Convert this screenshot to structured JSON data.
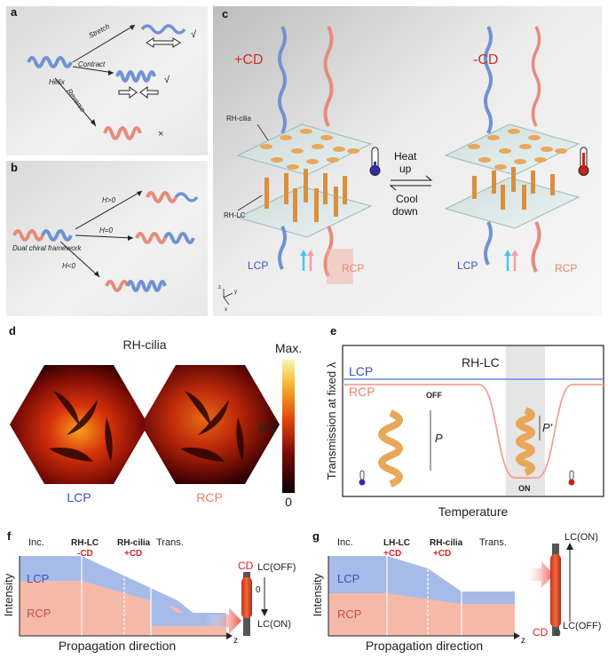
{
  "panels": {
    "a": {
      "letter": "a",
      "helix": "Helix",
      "stretch": "Stretch",
      "contract": "Contract",
      "reverse": "Reverse",
      "check1": "√",
      "check2": "√",
      "cross": "×"
    },
    "b": {
      "letter": "b",
      "framework": "Dual chiral framework",
      "h_pos": "H>0",
      "h_zero": "H=0",
      "h_neg": "H<0"
    },
    "c": {
      "letter": "c",
      "plus_cd": "+CD",
      "minus_cd": "-CD",
      "rh_cilia": "RH-cilia",
      "rh_lc": "RH-LC",
      "heat": "Heat",
      "up": "up",
      "cool": "Cool",
      "down": "down",
      "lcp_left": "LCP",
      "rcp_left": "RCP",
      "lcp_right": "LCP",
      "rcp_right": "RCP",
      "axis_z": "z",
      "axis_y": "y",
      "axis_x": "x"
    },
    "d": {
      "letter": "d",
      "title": "RH-cilia",
      "lcp": "LCP",
      "rcp": "RCP",
      "max": "Max.",
      "e_label": "|E|",
      "zero": "0"
    },
    "e": {
      "letter": "e",
      "title": "RH-LC",
      "lcp": "LCP",
      "rcp": "RCP",
      "off": "OFF",
      "on": "ON",
      "p": "P",
      "p_prime": "P'",
      "ylabel": "Transmission at fixed λ",
      "xlabel": "Temperature"
    },
    "f": {
      "letter": "f",
      "inc": "Inc.",
      "stage1": "RH-LC",
      "stage1_cd": "-CD",
      "stage2": "RH-cilia",
      "stage2_cd": "+CD",
      "trans": "Trans.",
      "lcp": "LCP",
      "rcp": "RCP",
      "ylabel": "Intensity",
      "xlabel": "Propagation direction",
      "z": "z",
      "cd": "CD",
      "zero": "0",
      "lc_top": "LC(OFF)",
      "lc_bottom": "LC(ON)"
    },
    "g": {
      "letter": "g",
      "inc": "Inc.",
      "stage1": "LH-LC",
      "stage1_cd": "+CD",
      "stage2": "RH-cilia",
      "stage2_cd": "+CD",
      "trans": "Trans.",
      "lcp": "LCP",
      "rcp": "RCP",
      "ylabel": "Intensity",
      "xlabel": "Propagation direction",
      "z": "z",
      "cd": "CD",
      "zero": "0",
      "lc_top": "LC(ON)",
      "lc_bottom": "LC(OFF)"
    }
  },
  "colors": {
    "lcp_blue": "#5b7fd6",
    "rcp_salmon": "#f08a7a",
    "cd_red": "#d03a2a",
    "lc_orange": "#e8a85a",
    "highlight": "#e02020"
  }
}
